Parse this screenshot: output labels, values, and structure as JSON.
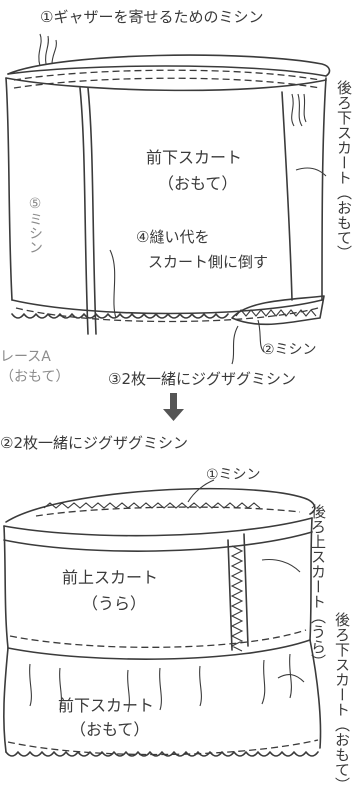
{
  "diagram_top": {
    "label_stitch_gather": "①ギャザーを寄せるためのミシン",
    "label_front_lower_skirt": "前下スカート",
    "label_front_lower_side": "（おもて）",
    "label_back_lower_skirt": "後ろ下スカート（おもて）",
    "label_seam_allowance_line1": "④縫い代を",
    "label_seam_allowance_line2": "スカート側に倒す",
    "label_stitch5": "⑤ミシン",
    "label_stitch2": "②ミシン",
    "label_lace_a": "レースA",
    "label_lace_side": "（おもて）",
    "label_zigzag": "③2枚一緒にジグザグミシン"
  },
  "arrow": {
    "direction": "down"
  },
  "diagram_bottom": {
    "label_zigzag": "②2枚一緒にジグザグミシン",
    "label_stitch1": "①ミシン",
    "label_back_upper_skirt": "後ろ上スカート（うら）",
    "label_front_upper_skirt": "前上スカート",
    "label_front_upper_side": "（うら）",
    "label_back_lower_skirt": "後ろ下スカート（おもて）",
    "label_front_lower_skirt": "前下スカート",
    "label_front_lower_side": "（おもて）"
  }
}
